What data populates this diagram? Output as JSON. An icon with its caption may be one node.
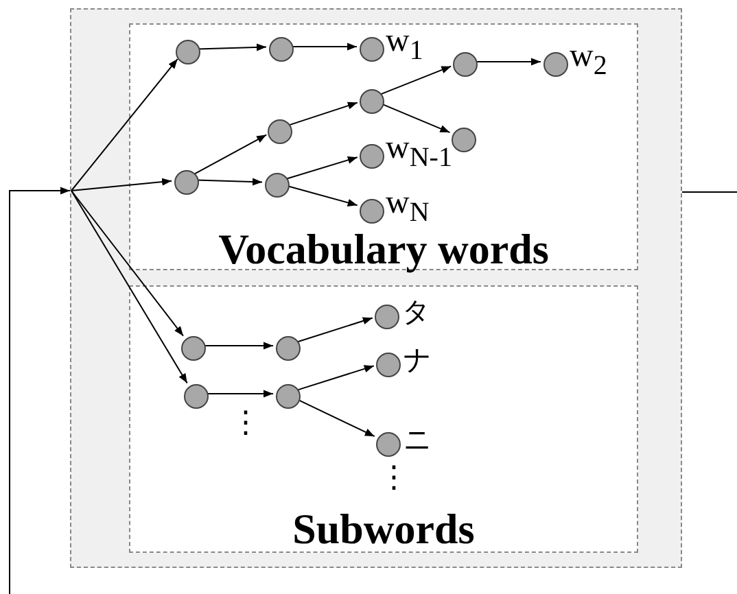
{
  "diagram": {
    "nodes": [
      {
        "text": [],
        "shape": "box"
      },
      {
        "text": [
          "Vocabulary words"
        ],
        "in": 0
      },
      {
        "text": [],
        "shape": "circle",
        "in": 1
      },
      {
        "text": [],
        "shape": "circle",
        "in": 1
      },
      {
        "text": [
          "w$_{1}$"
        ],
        "in": 1
      },
      {
        "text": [],
        "shape": "circle",
        "in": 1
      },
      {
        "text": [],
        "shape": "circle",
        "in": 1
      },
      {
        "text": [],
        "shape": "circle",
        "in": 1
      },
      {
        "text": [],
        "shape": "circle",
        "in": 1
      },
      {
        "text": [
          "w$_{2}$"
        ],
        "in": 1
      },
      {
        "text": [],
        "shape": "circle",
        "in": 1
      },
      {
        "text": [],
        "shape": "circle",
        "in": 1
      },
      {
        "text": [
          "w$_{N-1}$"
        ],
        "in": 1
      },
      {
        "text": [
          "w$_{N}$"
        ],
        "in": 1
      },
      {
        "text": [
          "Subwords"
        ],
        "in": 0
      },
      {
        "text": [],
        "shape": "circle",
        "in": 14
      },
      {
        "text": [],
        "shape": "circle",
        "in": 14
      },
      {
        "text": [
          "タ"
        ],
        "in": 14
      },
      {
        "text": [],
        "shape": "circle",
        "in": 14
      },
      {
        "text": [],
        "shape": "circle",
        "in": 14
      },
      {
        "text": [
          "ナ"
        ],
        "in": 14
      },
      {
        "text": [
          "ニ"
        ],
        "in": 14
      }
    ],
    "edges": [
      {
        "from": null,
        "to": 2,
        "arrow": "to"
      },
      {
        "from": null,
        "to": 5,
        "arrow": "to"
      },
      {
        "from": null,
        "to": 15,
        "arrow": "to"
      },
      {
        "from": null,
        "to": 18,
        "arrow": "to"
      },
      {
        "from": 2,
        "to": 3,
        "arrow": "to"
      },
      {
        "from": 3,
        "to": 4,
        "arrow": "to"
      },
      {
        "from": 5,
        "to": 6,
        "arrow": "to"
      },
      {
        "from": 5,
        "to": 11,
        "arrow": "to"
      },
      {
        "from": 6,
        "to": 7,
        "arrow": "to"
      },
      {
        "from": 7,
        "to": 8,
        "arrow": "to"
      },
      {
        "from": 8,
        "to": 9,
        "arrow": "to"
      },
      {
        "from": 7,
        "to": 10,
        "arrow": "to"
      },
      {
        "from": 11,
        "to": 12,
        "arrow": "to"
      },
      {
        "from": 11,
        "to": 13,
        "arrow": "to"
      },
      {
        "from": 15,
        "to": 16,
        "arrow": "to"
      },
      {
        "from": 16,
        "to": 17,
        "arrow": "to"
      },
      {
        "from": 18,
        "to": 19,
        "arrow": "to"
      },
      {
        "from": 19,
        "to": 20,
        "arrow": "to"
      },
      {
        "from": 19,
        "to": 21,
        "arrow": "to"
      },
      {
        "from": 0,
        "to": null,
        "arrow": "none"
      },
      {
        "from": null,
        "to": 0,
        "arrow": "to"
      }
    ],
    "labels": [
      "⋮",
      "⋮"
    ]
  }
}
